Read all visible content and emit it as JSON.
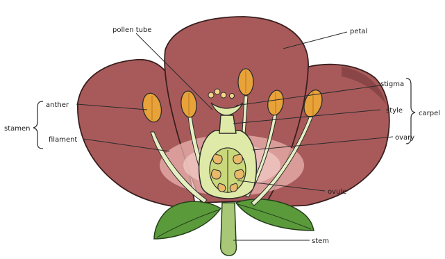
{
  "labels": {
    "pollen_tube": "pollen tube",
    "petal": "petal",
    "stigma": "stigma",
    "carpel": "carpel",
    "style": "style",
    "ovary": "ovary",
    "anther": "anther",
    "stamen": "stamen",
    "filament": "filament",
    "ovule": "ovule",
    "stem": "stem"
  },
  "colors": {
    "petal": "#a85a5a",
    "petal_outline": "#3a1f1f",
    "anther": "#e8a23a",
    "filament": "#e6efc2",
    "carpel": "#dfe9a8",
    "ovary_inner": "#c9d87a",
    "ovule": "#e8b96a",
    "leaf": "#5a9a3a",
    "stem": "#a8c878"
  }
}
